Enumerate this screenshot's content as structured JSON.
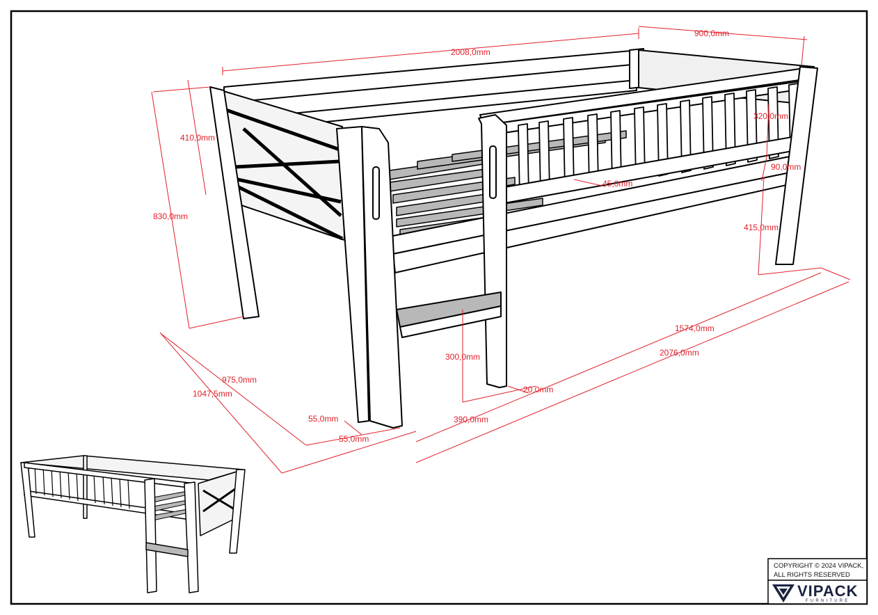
{
  "drawing": {
    "dimensions": {
      "total_length": "2008,0mm",
      "total_width": "900,0mm",
      "headboard_height": "410,0mm",
      "total_height": "830,0mm",
      "rail_height": "320,0mm",
      "rail_gap": "90,0mm",
      "slat_gap": "45,0mm",
      "underside_height": "415,0mm",
      "guard_length": "1574,0mm",
      "overall_length": "2076,0mm",
      "ladder_height": "300,0mm",
      "ladder_offset": "20,0mm",
      "ladder_width": "390,0mm",
      "inner_width": "975,0mm",
      "outer_width": "1047,5mm",
      "post_width_a": "55,0mm",
      "post_width_b": "55,0mm"
    }
  },
  "footer": {
    "copyright_line1": "COPYRIGHT  © 2024 VIPACK,",
    "copyright_line2": "ALL RIGHTS RESERVED",
    "brand": "VIPACK",
    "brand_tagline": "FURNITURE"
  }
}
